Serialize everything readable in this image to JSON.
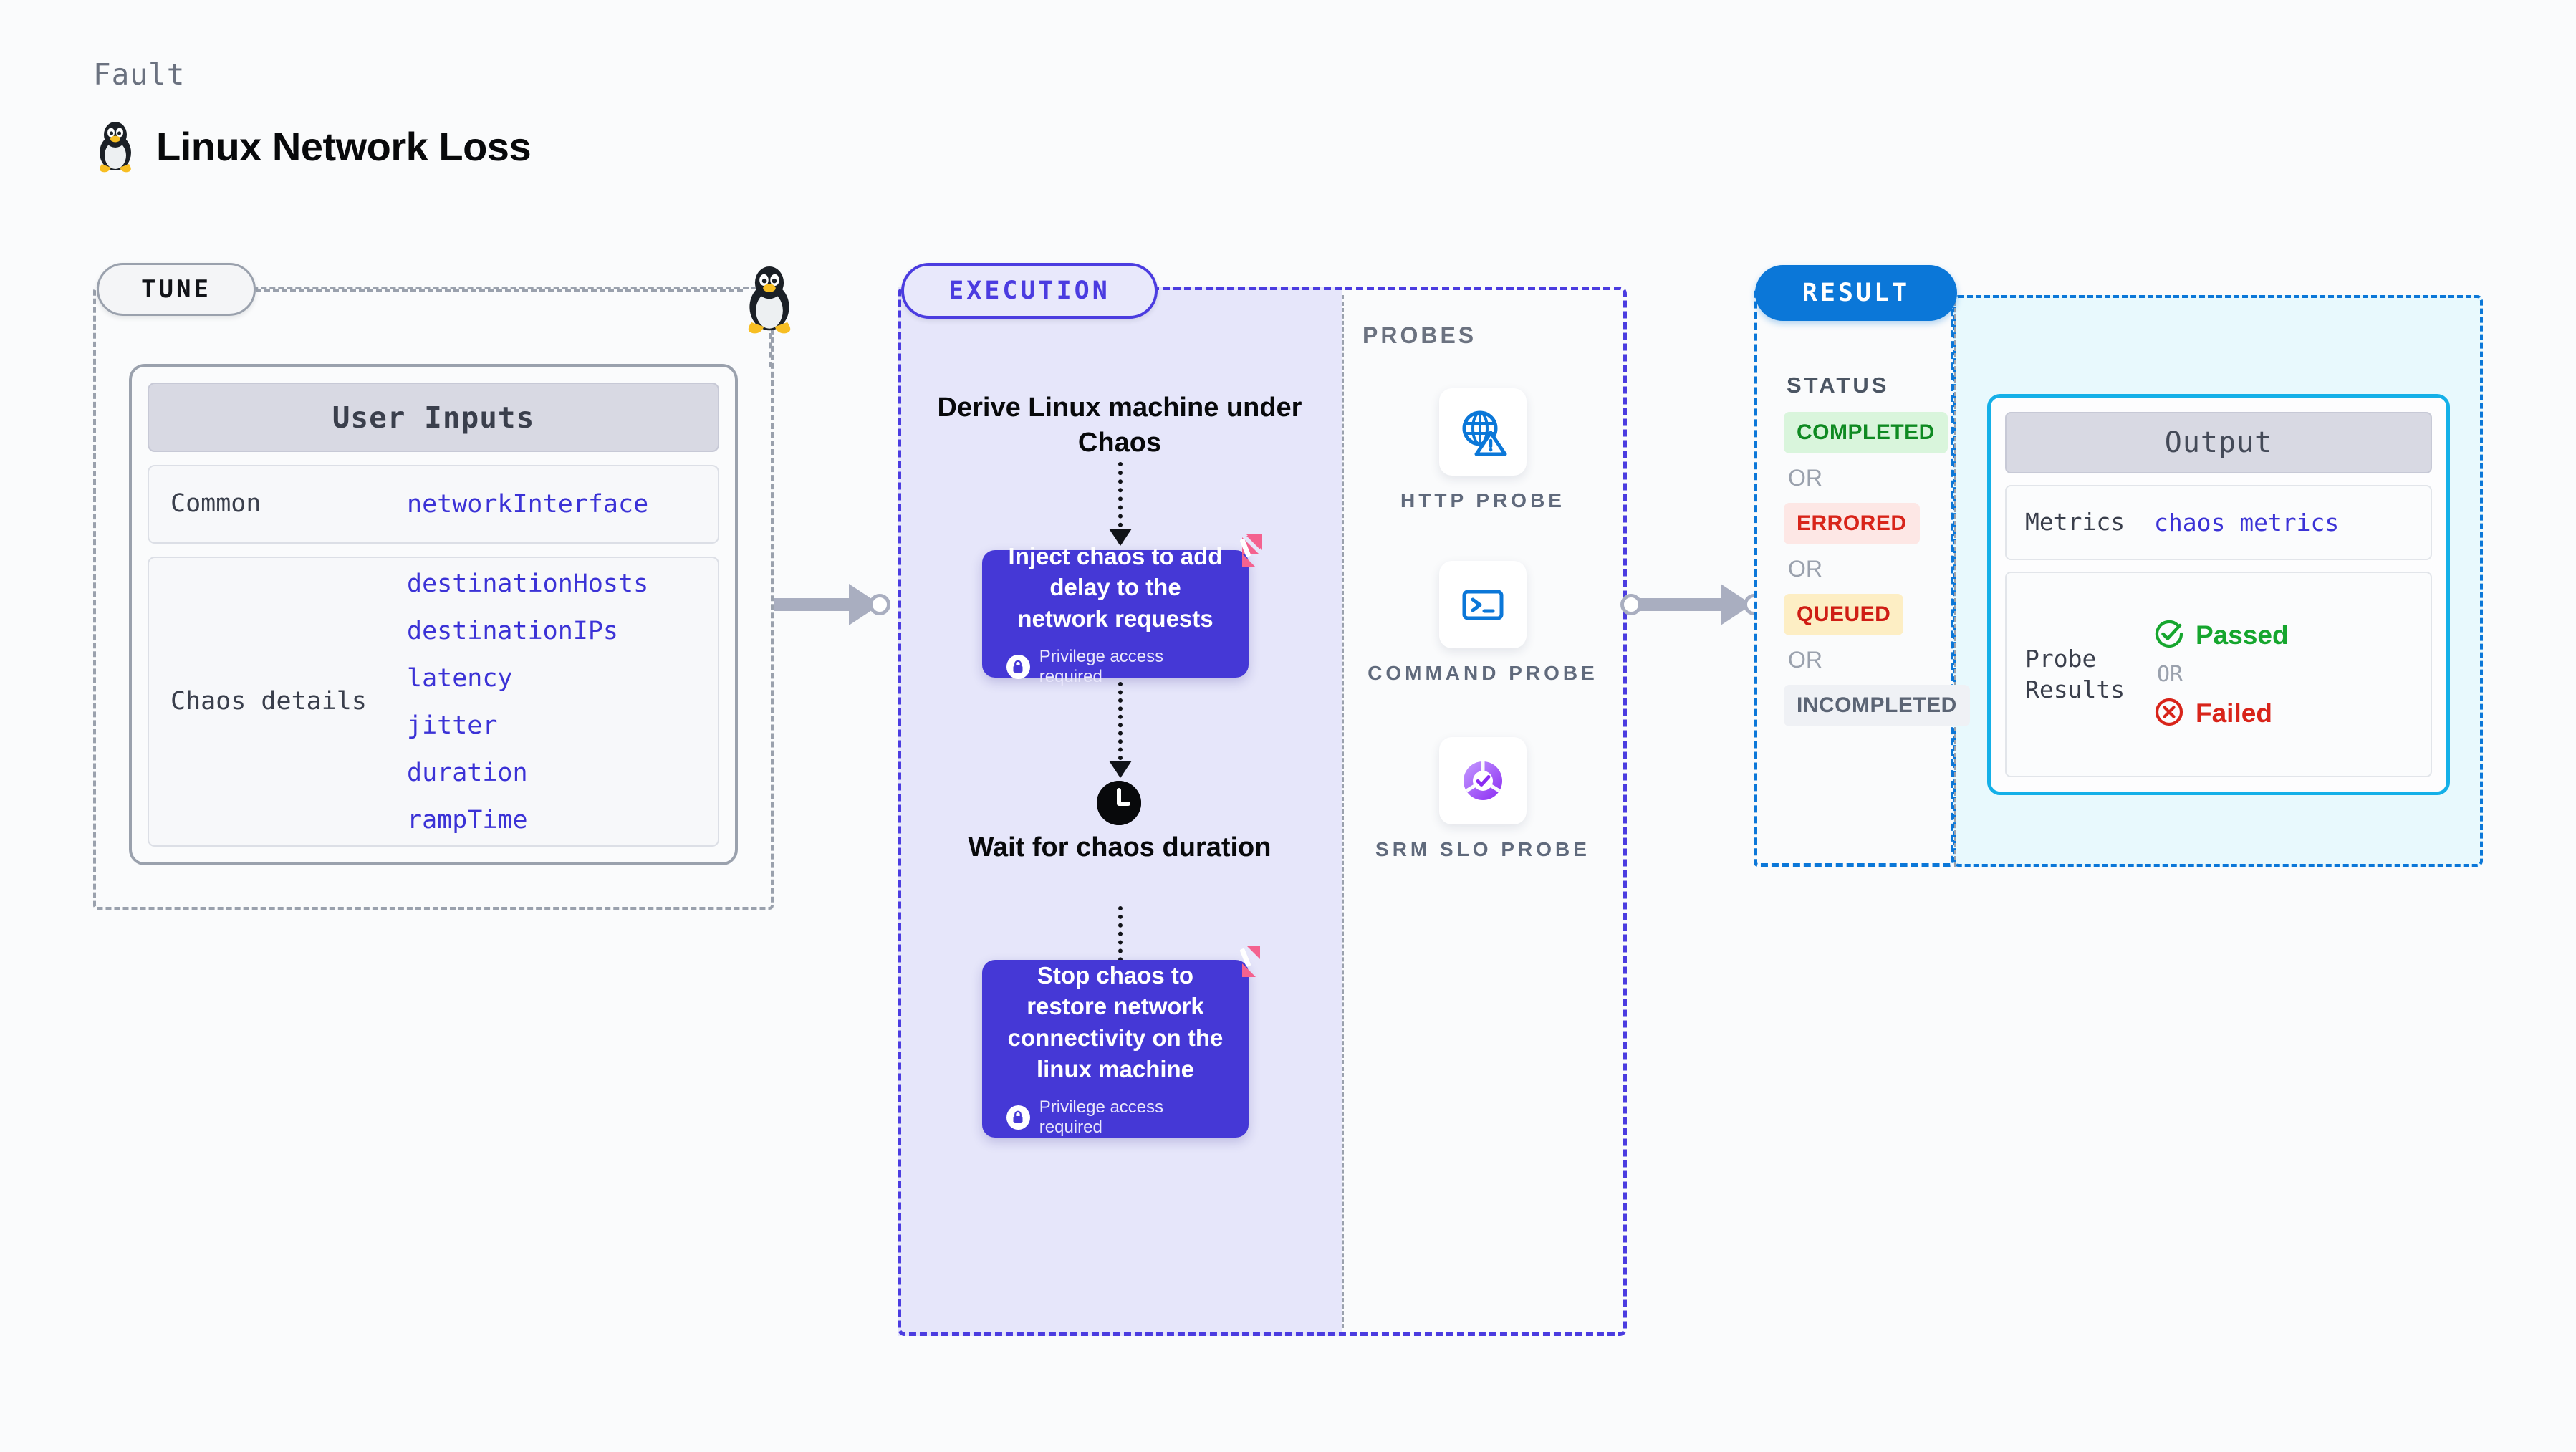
{
  "header": {
    "kicker": "Fault",
    "title": "Linux Network Loss",
    "icon": "linux-penguin-icon"
  },
  "tune": {
    "pill_label": "TUNE",
    "card_title": "User Inputs",
    "rows": [
      {
        "label": "Common",
        "values": [
          "networkInterface"
        ]
      },
      {
        "label": "Chaos details",
        "values": [
          "destinationHosts",
          "destinationIPs",
          "latency",
          "jitter",
          "duration",
          "rampTime"
        ]
      }
    ]
  },
  "execution": {
    "pill_label": "EXECUTION",
    "steps": [
      {
        "type": "text",
        "label": "Derive Linux machine under Chaos"
      },
      {
        "type": "card",
        "label": "Inject chaos to add delay to the network requests",
        "badge": "Privilege access required",
        "badge_icon": "lock-icon",
        "corner_icon": "harness-logo-icon"
      },
      {
        "type": "text-with-icon",
        "label": "Wait for chaos duration",
        "icon": "clock-icon"
      },
      {
        "type": "card",
        "label": "Stop chaos to restore network connectivity on the linux machine",
        "badge": "Privilege access required",
        "badge_icon": "lock-icon",
        "corner_icon": "harness-logo-icon"
      }
    ]
  },
  "probes": {
    "title": "PROBES",
    "items": [
      {
        "label": "HTTP PROBE",
        "icon": "globe-warning-icon"
      },
      {
        "label": "COMMAND PROBE",
        "icon": "terminal-icon"
      },
      {
        "label": "SRM SLO PROBE",
        "icon": "slo-check-icon"
      }
    ]
  },
  "result": {
    "pill_label": "RESULT",
    "status_title": "STATUS",
    "or_label": "OR",
    "statuses": [
      {
        "label": "COMPLETED",
        "style": "s-completed"
      },
      {
        "label": "ERRORED",
        "style": "s-errored"
      },
      {
        "label": "QUEUED",
        "style": "s-queued"
      },
      {
        "label": "INCOMPLETED",
        "style": "s-incompleted"
      }
    ]
  },
  "output": {
    "card_title": "Output",
    "metrics_label": "Metrics",
    "metrics_value": "chaos metrics",
    "probe_results_label": "Probe Results",
    "or_label": "OR",
    "passed_label": "Passed",
    "failed_label": "Failed",
    "passed_icon": "check-circle-icon",
    "failed_icon": "x-circle-icon"
  },
  "colors": {
    "accent_purple": "#4538d6",
    "accent_blue": "#0b77d8",
    "accent_cyan": "#14b0e8",
    "mono_value": "#3b32d6",
    "harness_pink": "#f4628f",
    "pass_green": "#16a62e",
    "fail_red": "#d8241a"
  }
}
